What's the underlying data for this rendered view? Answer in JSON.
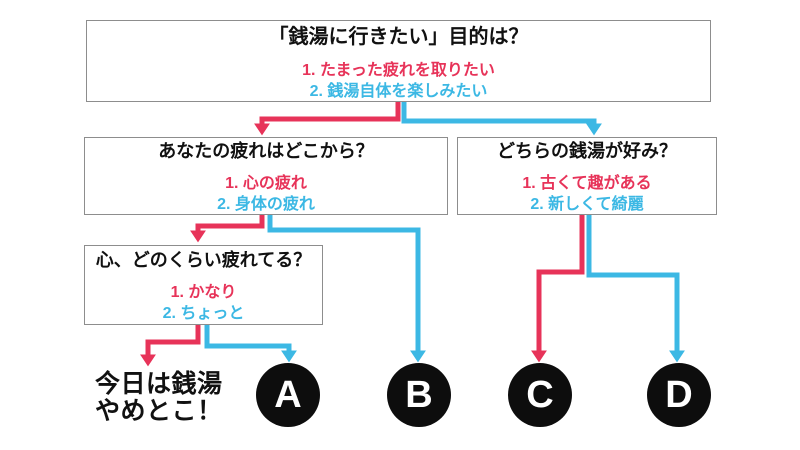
{
  "colors": {
    "red": "#e73359",
    "blue": "#3cb8e4",
    "node_black": "#0d0d0d",
    "border_gray": "#8d8d8d"
  },
  "boxes": [
    {
      "id": "purpose",
      "question": "「銭湯に行きたい」目的は？",
      "option1": "1. たまった疲れを取りたい",
      "option2": "2. 銭湯自体を楽しみたい"
    },
    {
      "id": "tired",
      "question": "あなたの疲れはどこから？",
      "option1": "1. 心の疲れ",
      "option2": "2. 身体の疲れ"
    },
    {
      "id": "pref",
      "question": "どちらの銭湯が好み？",
      "option1": "1. 古くて趣がある",
      "option2": "2. 新しくて綺麗"
    },
    {
      "id": "mind",
      "question": "心、どのくらい疲れてる？",
      "option1": "1. かなり",
      "option2": "2. ちょっと"
    }
  ],
  "results": {
    "no_sento": "今日は銭湯\nやめとこ！",
    "circles": [
      {
        "letter": "A"
      },
      {
        "letter": "B"
      },
      {
        "letter": "C"
      },
      {
        "letter": "D"
      }
    ]
  }
}
